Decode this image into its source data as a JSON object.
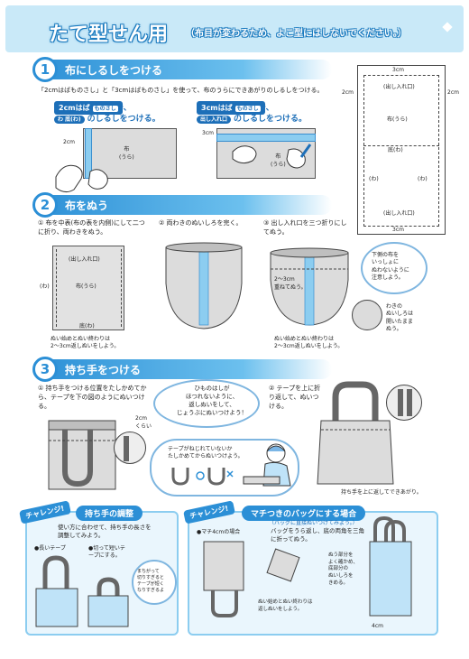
{
  "header": {
    "title": "たて型せん用",
    "subtitle": "（布目が変わるため、よこ型にはしないでください。）"
  },
  "diagram": {
    "labels": [
      "3cm",
      "2cm",
      "2cm",
      "(出し入れ口)",
      "布(うら)",
      "底(わ)",
      "(わ)",
      "(わ)",
      "(出し入れ口)",
      "3cm"
    ]
  },
  "section1": {
    "num": "1",
    "title": "布にしるしをつける",
    "text": "「2cmはばものさし」と「3cmはばものさし」を使って、布のうらにできあがりのしるしをつける。",
    "badge_2cm": "2cmはば",
    "badge_2cm_small": "ものさし",
    "badge_2cm_suffix": "で、",
    "sub_2cm": "わ 底(わ)",
    "sub_2cm_rest": "のしるしをつける。",
    "badge_3cm": "3cmはば",
    "badge_3cm_small": "ものさし",
    "badge_3cm_suffix": "で、",
    "sub_3cm": "出し入れ口",
    "sub_3cm_rest": "のしるしをつける。",
    "label_2cm": "2cm",
    "label_3cm": "3cm",
    "fabric_label": "布\n(うら)",
    "fabric_label2": "布\n(うら)"
  },
  "section2": {
    "num": "2",
    "title": "布をぬう",
    "step1": "① 布を中表(布の表を内側)にして二つに折り、両わきをぬう。",
    "step2": "② 両わきのぬいしろを完く。",
    "step3": "③ 出し入れ口を三つ折りにしてぬう。",
    "s1_top": "(出し入れ口)",
    "s1_mid": "布(うら)",
    "s1_bottom": "底(わ)",
    "s1_side": "(わ)",
    "s1_note": "ぬい始めとぬい終わりは\n2～3cm返しぬいをしよう。",
    "s3_mid": "2～3cm\n重ねてぬう。",
    "s3_note": "ぬい始めとぬい終わりは\n2～3cm返しぬいをしよう。",
    "bubble_text": "下側の布を\nいっしょに\nぬわないように\n注意しよう。",
    "open_note": "わきの\nぬいしろは\n開いたまま\nぬう。"
  },
  "section3": {
    "num": "3",
    "title": "持ち手をつける",
    "step1": "① 持ち手をつける位置をたしかめてから、テープを下の図のようにぬいつける。",
    "step2": "② テープを上に折り返して、ぬいつける。",
    "label_2cm": "2cm\nくらい",
    "bubble_text": "ひものはしが\nほつれないように、\n返しぬいをして、\nじょうぶにぬいつけよう！",
    "check_text": "テープがねじれていないか\nたしかめてからぬいつけよう。",
    "note": "持ち手を上に返してできあがり。"
  },
  "challenge1": {
    "tag": "チャレンジ!",
    "head": "持ち手の調整",
    "text": "使い方に合わせて、持ち手の長さを調整してみよう。",
    "item1": "●長いテープ",
    "item2": "●切って短いテープにする。",
    "bubble": "まちがって\n切りすぎると\nテープが短く\nなりすぎるよ"
  },
  "challenge2": {
    "tag": "チャレンジ!",
    "head": "マチつきのバッグにする場合",
    "sub": "（バッグに直接ぬいつけてみよう。）",
    "step_title": "●マチ4cmの場合",
    "text1": "バッグをうら返し、底の両角を三角に折ってぬう。",
    "note1": "ぬい始めとぬい終わりは\n返しぬいをしよう。",
    "note2": "ぬう部分を\nよく確かめ、\n底部分の\nぬいしろを\nきめる。",
    "label_4cm": "4cm"
  }
}
